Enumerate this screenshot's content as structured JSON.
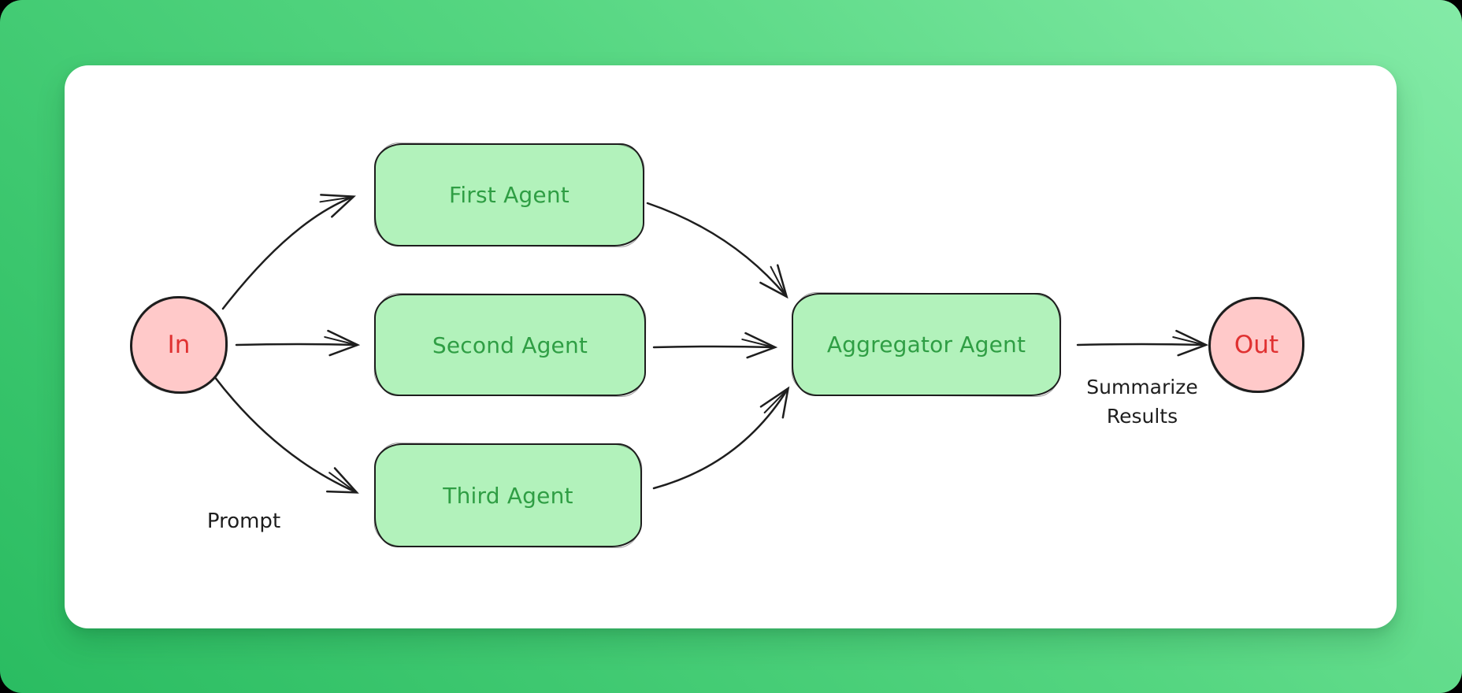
{
  "theme": {
    "background_gradient_start": "#84eba7",
    "background_gradient_end": "#2abc61",
    "card_color": "#ffffff",
    "node_green_fill": "#b2f2bb",
    "node_green_text": "#2f9e44",
    "node_pink_fill": "#ffc9c9",
    "node_pink_text": "#e03131",
    "stroke_color": "#1e1e1e",
    "label_text_color": "#1e1e1e"
  },
  "diagram": {
    "nodes": [
      {
        "id": "in",
        "shape": "circle",
        "label": "In"
      },
      {
        "id": "first-agent",
        "shape": "rounded-box",
        "label": "First Agent"
      },
      {
        "id": "second-agent",
        "shape": "rounded-box",
        "label": "Second Agent"
      },
      {
        "id": "third-agent",
        "shape": "rounded-box",
        "label": "Third Agent"
      },
      {
        "id": "aggregator-agent",
        "shape": "rounded-box",
        "label": "Aggregator Agent"
      },
      {
        "id": "out",
        "shape": "circle",
        "label": "Out"
      }
    ],
    "edges": [
      {
        "from": "in",
        "to": "first-agent"
      },
      {
        "from": "in",
        "to": "second-agent"
      },
      {
        "from": "in",
        "to": "third-agent"
      },
      {
        "from": "first-agent",
        "to": "aggregator-agent"
      },
      {
        "from": "second-agent",
        "to": "aggregator-agent"
      },
      {
        "from": "third-agent",
        "to": "aggregator-agent"
      },
      {
        "from": "aggregator-agent",
        "to": "out"
      }
    ],
    "labels": [
      {
        "id": "prompt",
        "text": "Prompt"
      },
      {
        "id": "summarize-results",
        "lines": [
          "Summarize",
          "Results"
        ]
      }
    ]
  }
}
